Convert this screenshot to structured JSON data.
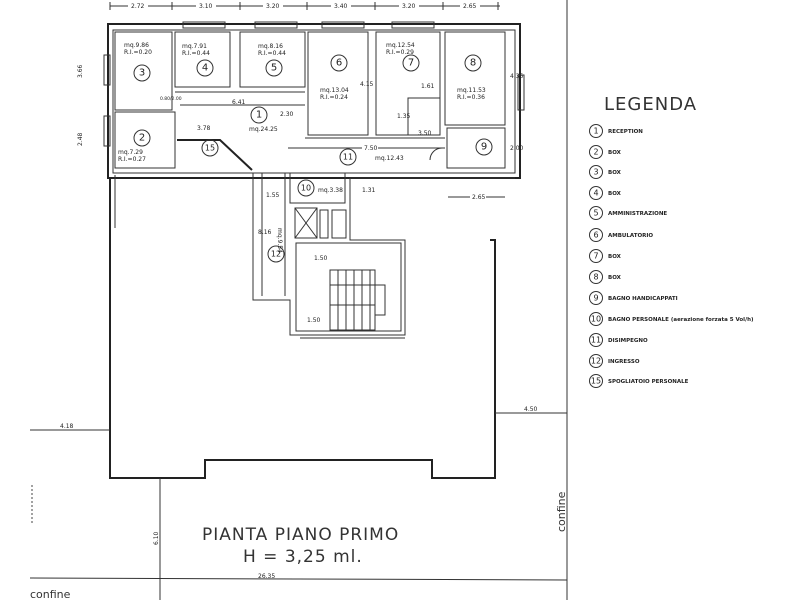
{
  "title": {
    "line1": "PIANTA PIANO PRIMO",
    "line2": "H = 3,25 ml."
  },
  "legend": {
    "title": "LEGENDA",
    "items": [
      {
        "n": "1",
        "label": "RECEPTION"
      },
      {
        "n": "2",
        "label": "BOX"
      },
      {
        "n": "3",
        "label": "BOX"
      },
      {
        "n": "4",
        "label": "BOX"
      },
      {
        "n": "5",
        "label": "AMMINISTRAZIONE"
      },
      {
        "n": "6",
        "label": "AMBULATORIO"
      },
      {
        "n": "7",
        "label": "BOX"
      },
      {
        "n": "8",
        "label": "BOX"
      },
      {
        "n": "9",
        "label": "BAGNO HANDICAPPATI"
      },
      {
        "n": "10",
        "label": "BAGNO PERSONALE (aerazione forzata 5 Vol/h)"
      },
      {
        "n": "11",
        "label": "DISIMPEGNO"
      },
      {
        "n": "12",
        "label": "INGRESSO"
      },
      {
        "n": "15",
        "label": "SPOGLIATOIO PERSONALE"
      }
    ]
  },
  "rooms": {
    "r1": {
      "n": "1",
      "area": "mq.24.25"
    },
    "r2": {
      "n": "2",
      "area": "mq.7.29",
      "ri": "R.I.=0.27"
    },
    "r3": {
      "n": "3",
      "area": "mq.9.86",
      "ri": "R.I.=0.20"
    },
    "r4": {
      "n": "4",
      "area": "mq.7.91",
      "ri": "R.I.=0.44"
    },
    "r5": {
      "n": "5",
      "area": "mq.8.16",
      "ri": "R.I.=0.44"
    },
    "r6": {
      "n": "6",
      "area": "mq.13.04",
      "ri": "R.I.=0.24"
    },
    "r7": {
      "n": "7",
      "area": "mq.12.54",
      "ri": "R.I.=0.29"
    },
    "r8": {
      "n": "8",
      "area": "mq.11.53",
      "ri": "R.I.=0.36"
    },
    "r9": {
      "n": "9"
    },
    "r10": {
      "n": "10",
      "area": "mq.3.38"
    },
    "r11": {
      "n": "11",
      "area": "mq.12.43"
    },
    "r12": {
      "n": "12",
      "area": "mq.9.54"
    },
    "r15": {
      "n": "15"
    }
  },
  "dims": {
    "top": [
      "2.72",
      "3.10",
      "3.20",
      "3.40",
      "3.20",
      "2.65"
    ],
    "left_upper": "3.66",
    "left_lower": "2.48",
    "reception_width": "6.41",
    "reception_depth": "2.30",
    "room15": "3.78",
    "room6_depth": "4.15",
    "room8_depth": "4.35",
    "room9_depth": "2.00",
    "room7_notch_w": "1.61",
    "room7_notch_h": "1.35",
    "corridor_h": "3.50",
    "corridor_w": "7.50",
    "room9_w": "2.65",
    "entry_w": "1.55",
    "bath_depth": "1.31",
    "entry_len": "8.16",
    "landing": "1.50",
    "stair_w": "1.50",
    "window": "0.80/2.00",
    "left_setback": "4.18",
    "right_setback": "4.50",
    "front_setback": "6.10",
    "lot_width": "26.35"
  },
  "labels": {
    "confine_bottom": "confine",
    "confine_right": "confine"
  }
}
